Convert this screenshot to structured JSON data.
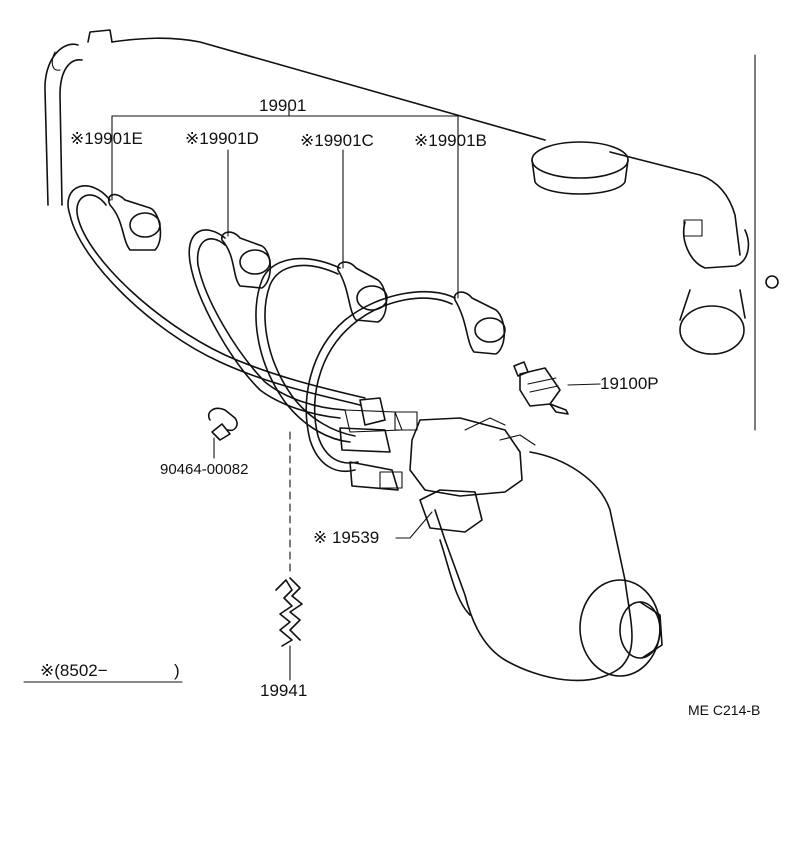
{
  "labels": {
    "set_main": "19901",
    "cord_e": "※19901E",
    "cord_d": "※19901D",
    "cord_c": "※19901C",
    "cord_b": "※19901B",
    "spark_plug": "19100P",
    "clamp": "90464-00082",
    "coil": "※ 19539",
    "wire_clip": "19941",
    "note": "※(8502−",
    "note_close": ")",
    "figure_code": "ME C214-B"
  }
}
